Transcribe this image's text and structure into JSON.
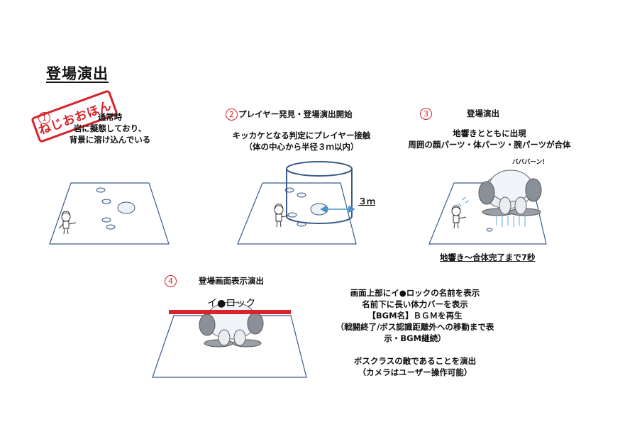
{
  "title": "登場演出",
  "stamp": "ねじおおほん",
  "panel1": {
    "number": "1",
    "lines": [
      "通常時",
      "岩に擬態しており、",
      "背景に溶け込んでいる"
    ]
  },
  "panel2": {
    "number": "2",
    "heading": "プレイヤー発見・登場演出開始",
    "lines": [
      "キッカケとなる判定にプレイヤー接触",
      "（体の中心から半径３ｍ以内）"
    ],
    "radius_label": "３ｍ"
  },
  "panel3": {
    "number": "3",
    "heading": "登場演出",
    "lines": [
      "地響きとともに出現",
      "周囲の顔パーツ・体パーツ・腕パーツが合体"
    ],
    "sfx": "バババーン！",
    "footer": "地響き～合体完了まで7秒"
  },
  "panel4": {
    "number": "4",
    "heading": "登場画面表示演出",
    "boss_name": "イ●ロック",
    "notes": [
      "画面上部にイ●ロックの名前を表示",
      "名前下に長い体力バーを表示",
      "【BGM名】ＢＧＭを再生",
      "（戦闘終了/ボス認識距離外への移動まで表",
      "示・BGM継続）",
      "",
      "ボスクラスの敵であることを演出",
      "（カメラはユーザー操作可能）"
    ]
  },
  "colors": {
    "accent": "#d8232a",
    "stage": "#3b5a86",
    "arrow": "#4a90c8"
  }
}
